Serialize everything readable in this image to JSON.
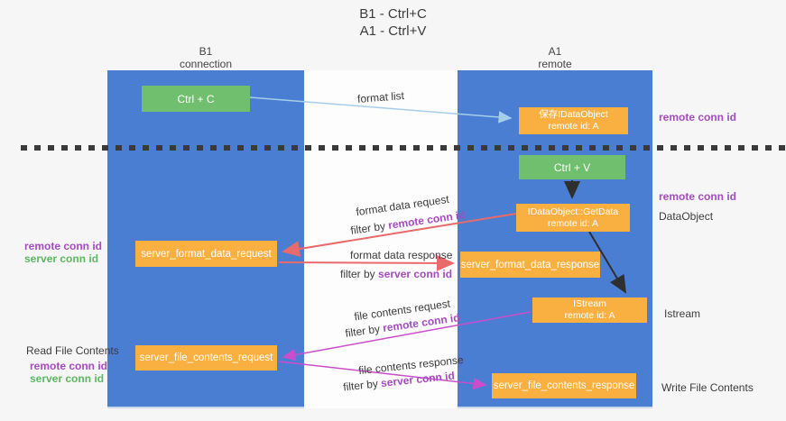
{
  "title": {
    "line1": "B1 - Ctrl+C",
    "line2": "A1 - Ctrl+V"
  },
  "columns": {
    "left": {
      "name": "B1",
      "role": "connection"
    },
    "right": {
      "name": "A1",
      "role": "remote"
    }
  },
  "boxes": {
    "ctrl_c": {
      "label": "Ctrl + C"
    },
    "save_idataobject": {
      "line1": "保存IDataObject",
      "line2": "remote id: A"
    },
    "ctrl_v": {
      "label": "Ctrl + V"
    },
    "getdata": {
      "line1": "IDataObject::GetData",
      "line2": "remote id: A"
    },
    "format_request": {
      "label": "server_format_data_request"
    },
    "format_response": {
      "label": "server_format_data_response"
    },
    "istream": {
      "line1": "IStream",
      "line2": "remote id: A"
    },
    "file_request": {
      "label": "server_file_contents_request"
    },
    "file_response": {
      "label": "server_file_contents_response"
    }
  },
  "annotations": {
    "right_top_remote_conn_id": "remote conn id",
    "right_mid_remote_conn_id": "remote conn id",
    "right_dataobject": "DataObject",
    "right_istream": "Istream",
    "right_write_file": "Write File Contents",
    "left_format_remote": "remote conn id",
    "left_format_server": "server conn id",
    "left_read_file": "Read File Contents",
    "left_file_remote": "remote conn id",
    "left_file_server": "server conn id"
  },
  "flows": {
    "format_list": "format list",
    "format_data_request": "format data request",
    "format_data_response": "format data response",
    "file_contents_request": "file contents request",
    "file_contents_response": "file contents response",
    "filter_by": "filter by ",
    "remote_conn_id": "remote conn id",
    "server_conn_id": "server conn id"
  },
  "colors": {
    "lifeline_blue": "#4A7ED3",
    "box_green": "#6FBF6F",
    "box_orange": "#FAB040",
    "arrow_lightblue": "#A5CEED",
    "arrow_red": "#E86A6A",
    "arrow_magenta": "#CC4DCC",
    "arrow_black": "#2F2F2F",
    "text_purple": "#A64BC0",
    "text_green": "#5CB860",
    "dash": "#3A3A3A"
  }
}
